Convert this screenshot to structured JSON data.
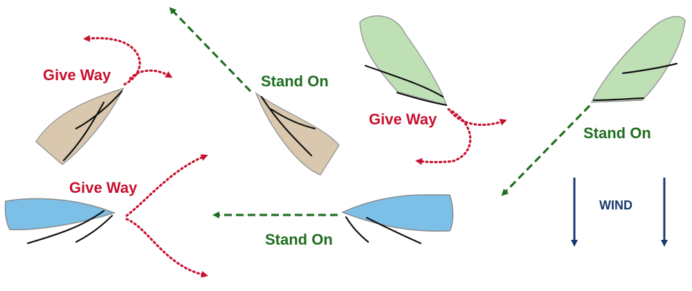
{
  "labels": {
    "give_way": "Give Way",
    "stand_on": "Stand On",
    "wind": "WIND"
  },
  "colors": {
    "give_way": "#c8102e",
    "stand_on": "#1f6e1f",
    "wind": "#173a6e",
    "hull_tan": "#d9c8ae",
    "hull_green": "#bfe0b5",
    "hull_blue": "#7cc0e8"
  }
}
